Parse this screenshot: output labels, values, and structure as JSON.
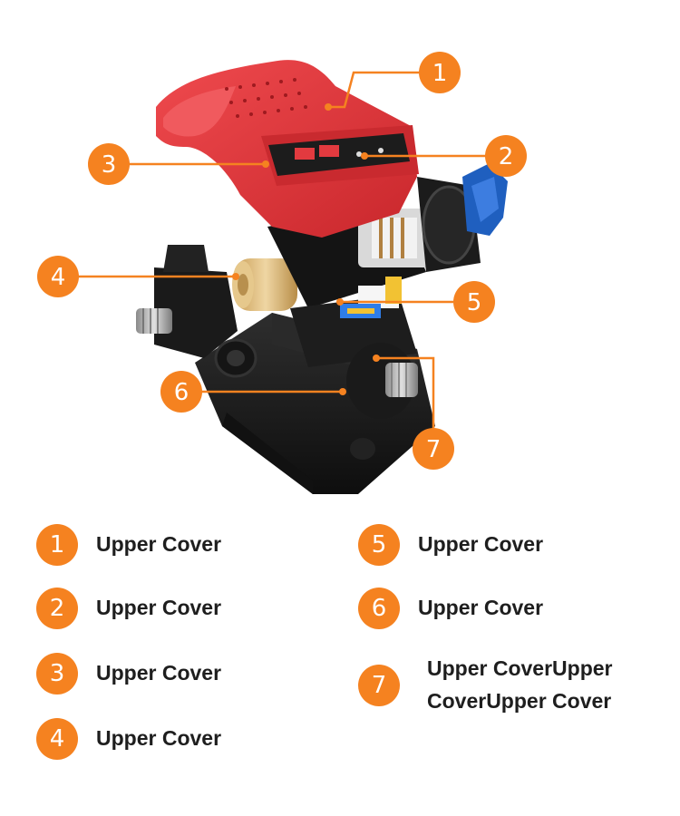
{
  "callouts": [
    {
      "number": "1",
      "label": "Upper Cover"
    },
    {
      "number": "2",
      "label": "Upper Cover"
    },
    {
      "number": "3",
      "label": "Upper Cover"
    },
    {
      "number": "4",
      "label": "Upper Cover"
    },
    {
      "number": "5",
      "label": "Upper Cover"
    },
    {
      "number": "6",
      "label": "Upper Cover"
    },
    {
      "number": "7",
      "label": "Upper CoverUpper CoverUpper Cover"
    }
  ],
  "colors": {
    "accent": "#f58220",
    "cover_red": "#e8383d",
    "body_black": "#1c1c1c",
    "knob_blue": "#1f5fbf",
    "filter_beige": "#d9b97a",
    "text": "#1e1e1e"
  }
}
